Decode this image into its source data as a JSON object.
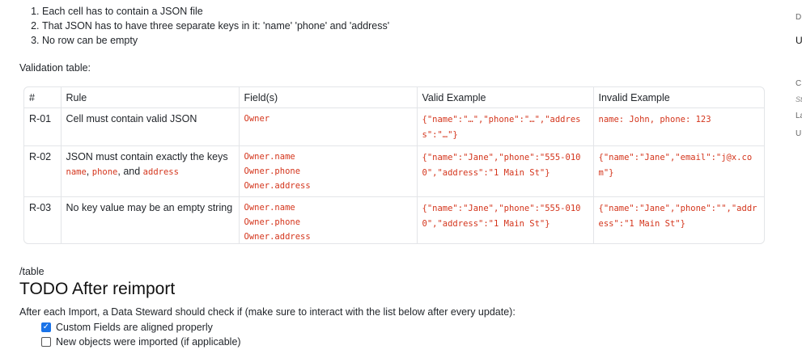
{
  "rules_list": [
    "Each cell has to contain a JSON file",
    "That JSON has to have three separate keys in it: 'name' 'phone' and 'address'",
    "No row can be empty"
  ],
  "validation_label": "Validation table:",
  "table": {
    "headers": [
      "#",
      "Rule",
      "Field(s)",
      "Valid Example",
      "Invalid Example"
    ],
    "rows": [
      {
        "id": "R-01",
        "rule": "Cell must contain valid JSON",
        "fields": [
          "Owner"
        ],
        "valid": "{\"name\":\"…\",\"phone\":\"…\",\"address\":\"…\"}",
        "invalid": "name: John, phone: 123"
      },
      {
        "id": "R-02",
        "rule_prefix": "JSON must contain exactly the keys",
        "rule_keys": [
          "name",
          "phone",
          "address"
        ],
        "rule_sep1": ",",
        "rule_sep2": ", and",
        "fields": [
          "Owner.name",
          "Owner.phone",
          "Owner.address"
        ],
        "valid": "{\"name\":\"Jane\",\"phone\":\"555-0100\",\"address\":\"1 Main St\"}",
        "invalid": "{\"name\":\"Jane\",\"email\":\"j@x.com\"}"
      },
      {
        "id": "R-03",
        "rule": "No key value may be an empty string",
        "fields": [
          "Owner.name",
          "Owner.phone",
          "Owner.address"
        ],
        "valid": "{\"name\":\"Jane\",\"phone\":\"555-0100\",\"address\":\"1 Main St\"}",
        "invalid": "{\"name\":\"Jane\",\"phone\":\"\",\"address\":\"1 Main St\"}"
      }
    ]
  },
  "slash_table": "/table",
  "todo_heading": "TODO After reimport",
  "todo_intro": "After each Import, a Data Steward should check if (make sure to interact with the list below after every update):",
  "checklist": [
    {
      "label": "Custom Fields are aligned properly",
      "checked": true
    },
    {
      "label": "New objects were imported (if applicable)",
      "checked": false
    }
  ],
  "sidebar_letters": [
    "D",
    "U",
    "C",
    "St",
    "La",
    "U"
  ]
}
